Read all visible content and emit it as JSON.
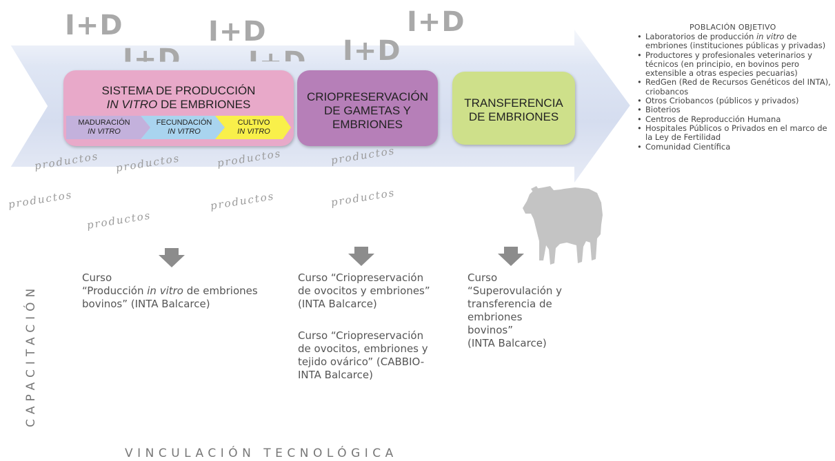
{
  "watermarks": {
    "id_label": "I+D",
    "productos_label": "productos"
  },
  "boxes": {
    "ivp": {
      "title_line1": "SISTEMA DE PRODUCCIÓN",
      "title_line2_italic": "IN VITRO",
      "title_line2_rest": " DE EMBRIONES",
      "stages": [
        {
          "label": "MADURACIÓN",
          "italic": "IN VITRO",
          "color": "#c3b1dc"
        },
        {
          "label": "FECUNDACIÓN",
          "italic": "IN VITRO",
          "color": "#a9d4ef"
        },
        {
          "label": "CULTIVO",
          "italic": "IN VITRO",
          "color": "#f9f04a"
        }
      ],
      "color": "#e8a9c9"
    },
    "crio": {
      "line1": "CRIOPRESERVACIÓN",
      "line2": "DE GAMETAS Y",
      "line3": "EMBRIONES",
      "color": "#b67fb8"
    },
    "transf": {
      "line1": "TRANSFERENCIA",
      "line2": "DE EMBRIONES",
      "color": "#cee08a"
    }
  },
  "courses": {
    "c1": {
      "line1": "Curso",
      "line2_pre": "“Producción ",
      "line2_italic": "in vitro",
      "line2_post": " de embriones",
      "line3": "bovinos” (INTA Balcarce)"
    },
    "c2": {
      "lines": [
        "Curso “Criopreservación",
        "de ovocitos y embriones”",
        "(INTA Balcarce)"
      ]
    },
    "c3": {
      "lines": [
        "Curso “Criopreservación",
        "de ovocitos, embriones y",
        "tejido ovárico” (CABBIO-",
        "INTA Balcarce)"
      ]
    },
    "c4": {
      "lines": [
        "Curso",
        "“Superovulación y",
        "transferencia de",
        "embriones",
        "bovinos”",
        "(INTA Balcarce)"
      ]
    }
  },
  "population": {
    "title": "POBLACIÓN OBJETIVO",
    "items": [
      {
        "pre": "Laboratorios de producción ",
        "italic": "in vitro",
        "post": " de embriones (instituciones públicas y privadas)"
      },
      {
        "pre": "Productores y profesionales veterinarios y técnicos (en principio, en bovinos pero extensible a otras especies pecuarias)",
        "italic": "",
        "post": ""
      },
      {
        "pre": "RedGen (Red de Recursos Genéticos del INTA), criobancos",
        "italic": "",
        "post": ""
      },
      {
        "pre": "Otros Criobancos (públicos y privados)",
        "italic": "",
        "post": ""
      },
      {
        "pre": "Bioterios",
        "italic": "",
        "post": ""
      },
      {
        "pre": "Centros de Reproducción Humana",
        "italic": "",
        "post": ""
      },
      {
        "pre": "Hospitales Públicos o Privados en el marco de la Ley de Fertilidad",
        "italic": "",
        "post": ""
      },
      {
        "pre": "Comunidad Científica",
        "italic": "",
        "post": ""
      }
    ]
  },
  "axis_labels": {
    "vertical": "CAPACITACIÓN",
    "horizontal": "VINCULACIÓN TECNOLÓGICA"
  },
  "colors": {
    "arrow_fill": "#dde4f3",
    "arrow_edge": "#f4f6fb",
    "watermark": "#a9a9a9",
    "down_arrow": "#8c8c8c",
    "cow": "#c4c4c4"
  }
}
